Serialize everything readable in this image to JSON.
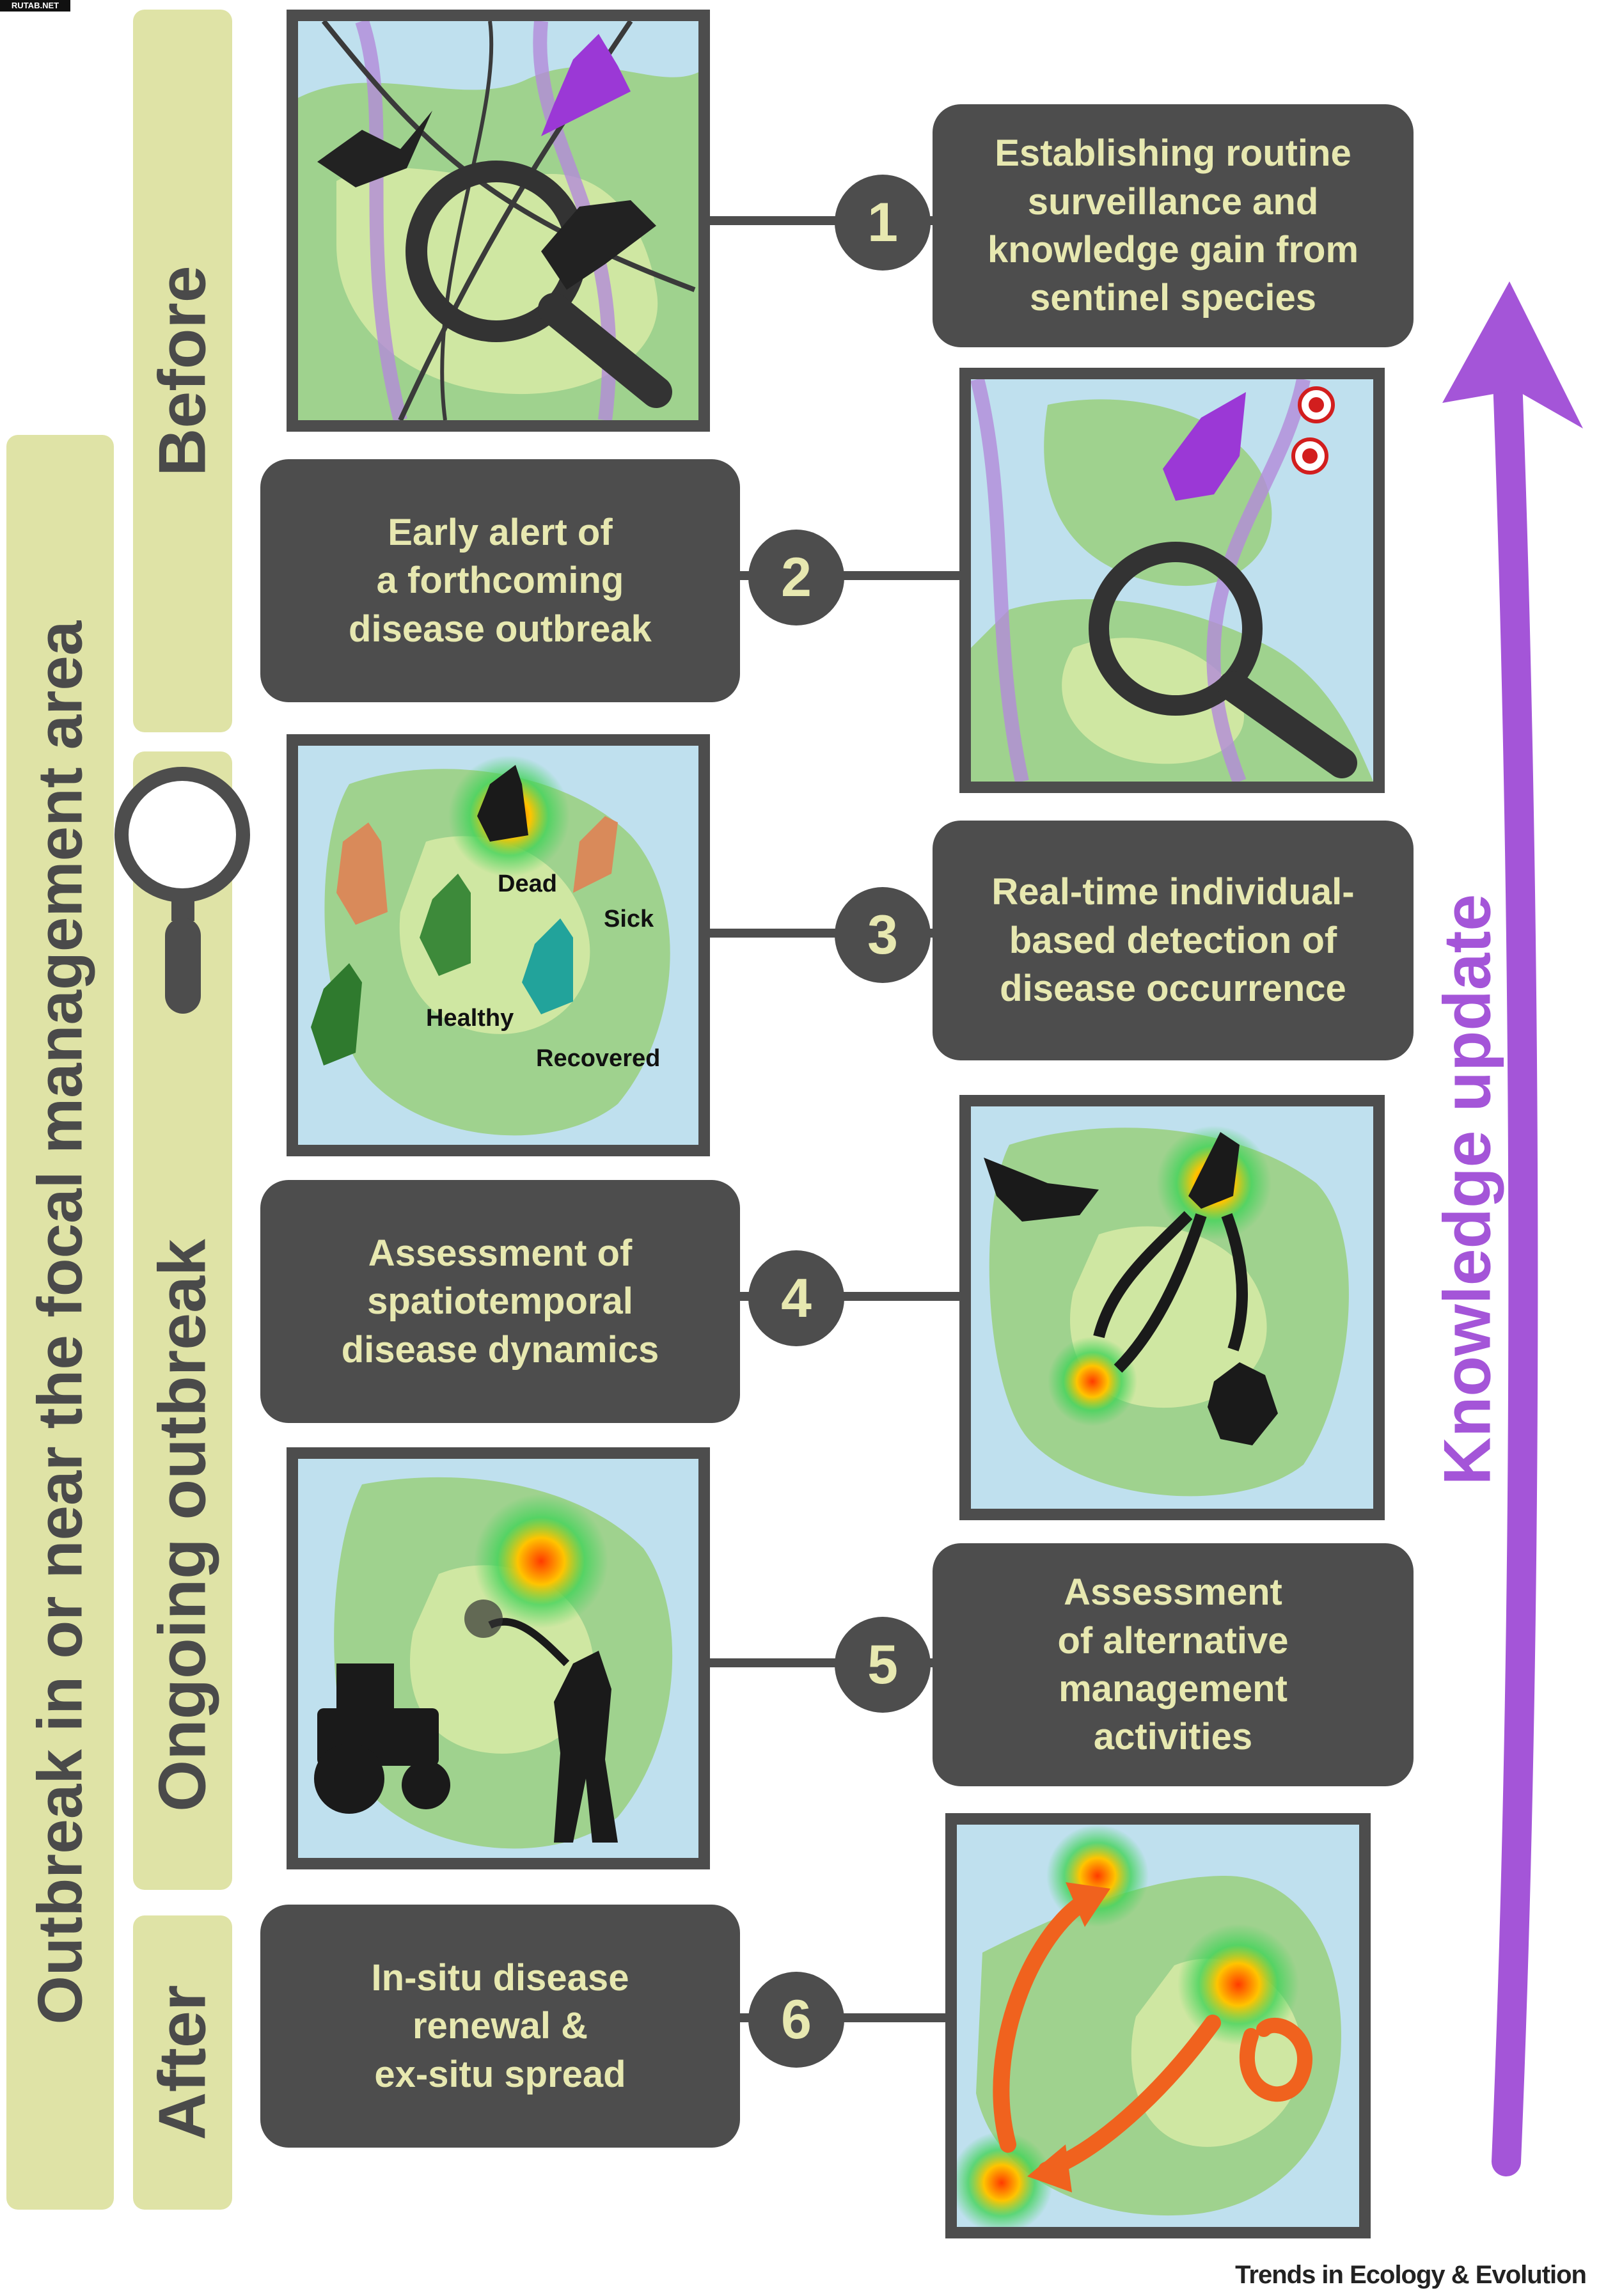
{
  "watermark": "RUTAB.NET",
  "labels": {
    "outer": "Outbreak in or near the focal management area",
    "before": "Before",
    "ongoing": "Ongoing outbreak",
    "after": "After"
  },
  "steps": [
    {
      "number": "1",
      "text": "Establishing routine\nsurveillance and\nknowledge gain from\nsentinel species"
    },
    {
      "number": "2",
      "text": "Early alert of\na forthcoming\ndisease outbreak"
    },
    {
      "number": "3",
      "text": "Real-time individual-\nbased detection of\ndisease occurrence"
    },
    {
      "number": "4",
      "text": "Assessment of\nspatiotemporal\ndisease dynamics"
    },
    {
      "number": "5",
      "text": "Assessment\nof alternative\nmanagement\nactivities"
    },
    {
      "number": "6",
      "text": "In-situ disease\nrenewal &\nex-situ spread"
    }
  ],
  "panel3_labels": {
    "dead": "Dead",
    "sick": "Sick",
    "healthy": "Healthy",
    "recovered": "Recovered"
  },
  "knowledge": {
    "word1": "Knowledge",
    "word2": "update"
  },
  "footer": "Trends in Ecology & Evolution",
  "colors": {
    "dark": "#4d4d4d",
    "box_text": "#e7e8b0",
    "bar": "#dfe3a6",
    "purple": "#a455d8",
    "orange": "#f0621e"
  }
}
